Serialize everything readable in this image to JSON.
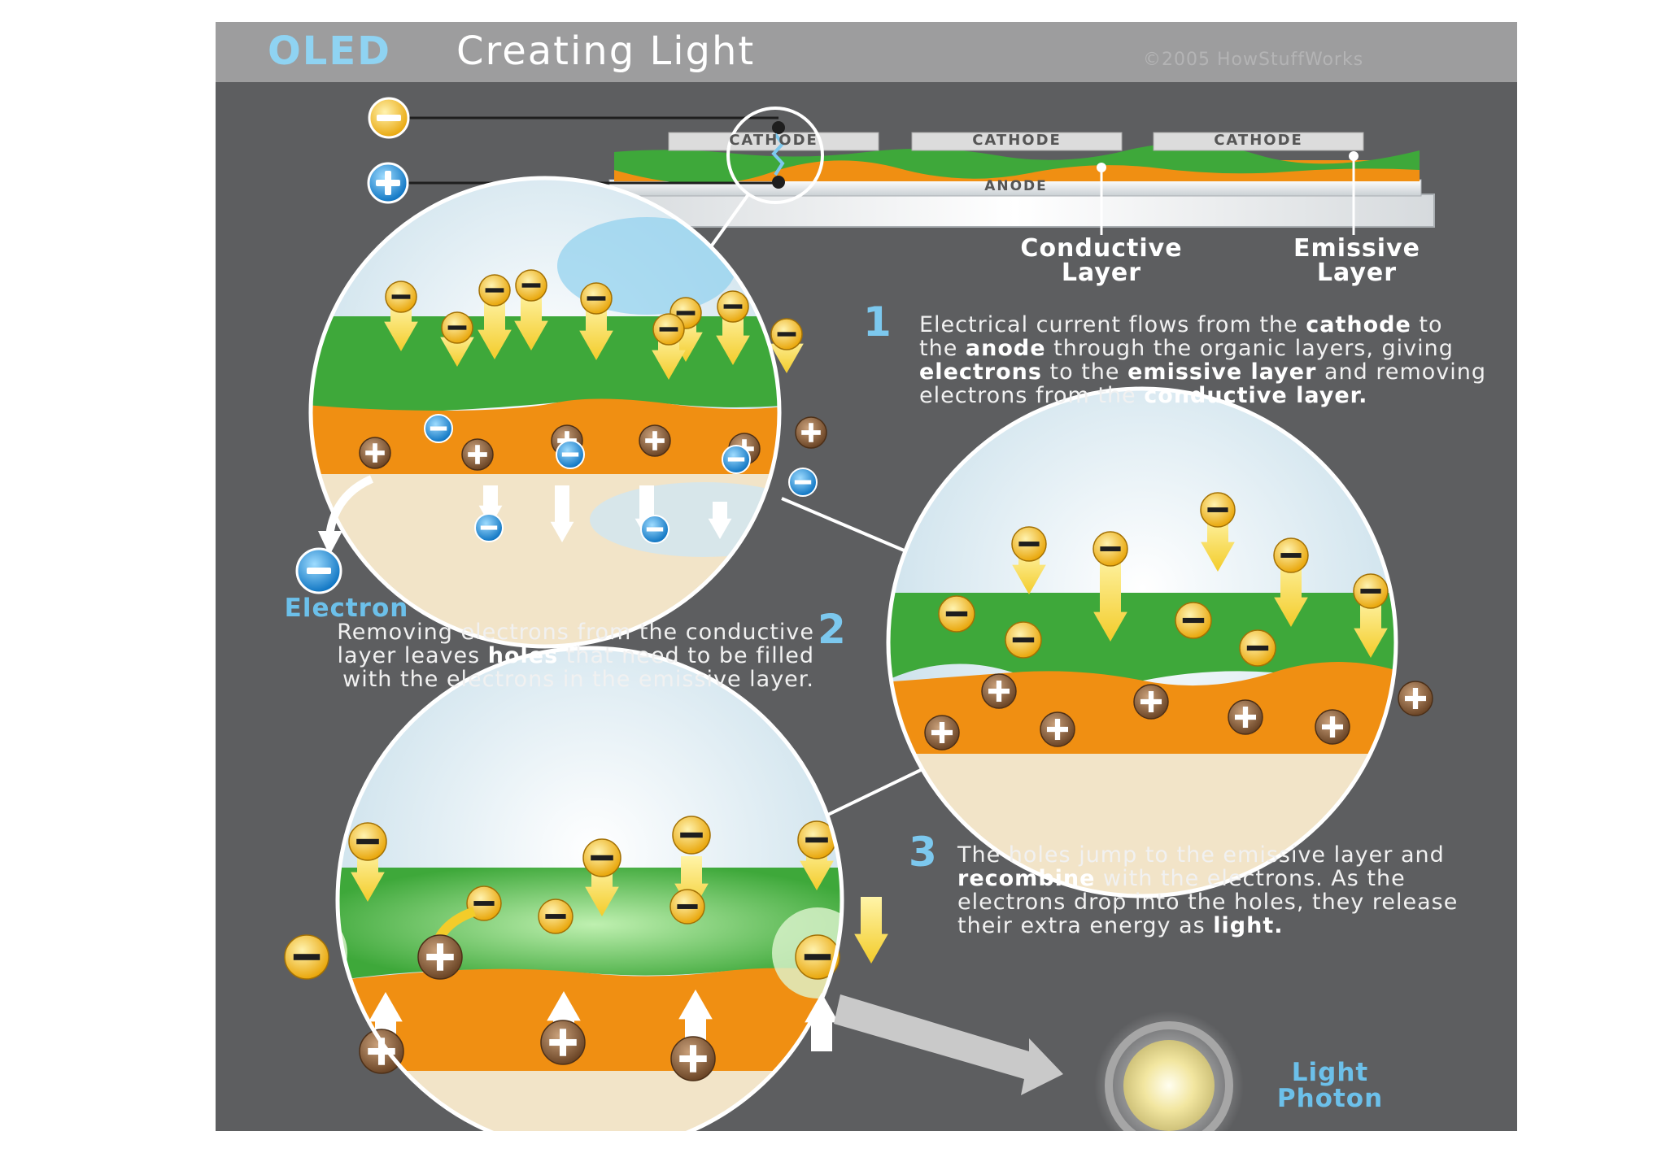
{
  "title": {
    "highlight": "OLED",
    "rest": "Creating Light"
  },
  "copyright": "©2005 HowStuffWorks",
  "device": {
    "cathode_label": "CATHODE",
    "anode_label": "ANODE",
    "conductive_label": [
      "Conductive",
      "Layer"
    ],
    "emissive_label": [
      "Emissive",
      "Layer"
    ]
  },
  "electron_label": "Electron",
  "light_label": [
    "Light",
    "Photon"
  ],
  "steps": [
    {
      "number": "1",
      "parts": [
        {
          "t": "Electrical current flows from the ",
          "b": false
        },
        {
          "t": "cathode",
          "b": true
        },
        {
          "t": " to the ",
          "b": false
        },
        {
          "t": "anode",
          "b": true
        },
        {
          "t": " through the organic layers, giving ",
          "b": false
        },
        {
          "t": "electrons",
          "b": true
        },
        {
          "t": " to the ",
          "b": false
        },
        {
          "t": "emissive layer",
          "b": true
        },
        {
          "t": " and removing electrons from the ",
          "b": false
        },
        {
          "t": "conductive layer.",
          "b": true
        }
      ]
    },
    {
      "number": "2",
      "parts": [
        {
          "t": "Removing electrons from the conductive layer leaves ",
          "b": false
        },
        {
          "t": "holes",
          "b": true
        },
        {
          "t": " that need to be filled with the electrons in the emissive layer.",
          "b": false
        }
      ]
    },
    {
      "number": "3",
      "parts": [
        {
          "t": "The holes jump to the emissive layer and ",
          "b": false
        },
        {
          "t": "recombine",
          "b": true
        },
        {
          "t": " with the electrons. As the electrons drop into the holes, they release their extra energy as ",
          "b": false
        },
        {
          "t": "light.",
          "b": true
        }
      ]
    }
  ],
  "colors": {
    "background": "#5d5e60",
    "title_bar": "#9d9d9e",
    "emissive_green": "#3ea83a",
    "conductive_orange": "#f08f12",
    "electron_yellow": "#f7c325",
    "hole_brown": "#7e5a3a",
    "accent_blue": "#7cc8ee",
    "positive_blue": "#1b8fd6"
  },
  "icons": {
    "negative_terminal": "minus-circle-icon",
    "positive_terminal": "plus-circle-icon",
    "electron": "minus-particle-icon",
    "hole": "plus-particle-icon",
    "photon": "light-glow-icon"
  }
}
